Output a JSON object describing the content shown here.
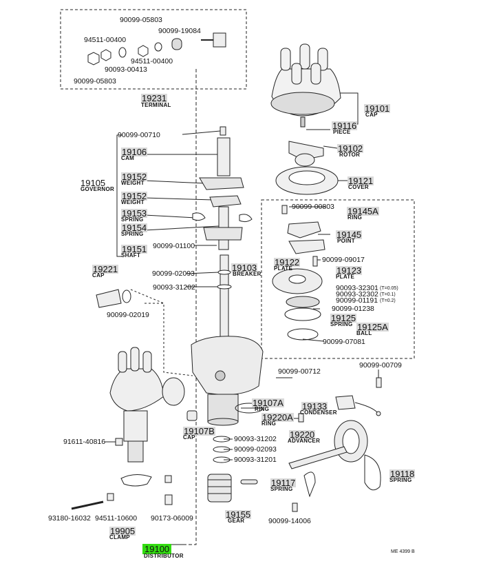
{
  "callouts": {
    "p90099_05803_top": "90099-05803",
    "p94511_00400_a": "94511-00400",
    "p90099_19084": "90099-19084",
    "p94511_00400_b": "94511-00400",
    "p90093_00413": "90093-00413",
    "p90099_05803_bot": "90099-05803",
    "p19231": "19231",
    "n_terminal": "TERMINAL",
    "p19101": "19101",
    "n_cap_19101": "CAP",
    "p19116": "19116",
    "n_piece": "PIECE",
    "p90099_00710": "90099-00710",
    "p19106": "19106",
    "n_cam": "CAM",
    "p19102": "19102",
    "n_rotor": "ROTOR",
    "p19105": "19105",
    "n_governor": "GOVERNOR",
    "p19152_a": "19152",
    "n_weight_a": "WEIGHT",
    "p19121": "19121",
    "n_cover": "COVER",
    "p19152_b": "19152",
    "n_weight_b": "WEIGHT",
    "p90099_00803": "90099-00803",
    "p19145A": "19145A",
    "n_ring_19145A": "RING",
    "p19153": "19153",
    "n_spring_19153": "SPRING",
    "p19154": "19154",
    "n_spring_19154": "SPRING",
    "p19145": "19145",
    "n_point": "POINT",
    "p19151": "19151",
    "n_shaft": "SHAFT",
    "p90099_01100": "90099-01100",
    "p90099_09017": "90099-09017",
    "p19122": "19122",
    "n_plate_19122": "PLATE",
    "p19123": "19123",
    "n_plate_19123": "PLATE",
    "p19221": "19221",
    "n_cap_19221": "CAP",
    "p90099_02093_a": "90099-02093",
    "p19103": "19103",
    "n_breaker": "BREAKER",
    "p90093_31202_a": "90093-31202",
    "p90093_32301": "90093-32301",
    "t005": "(T=0.05)",
    "p90093_32302": "90093-32302",
    "t01": "(T=0.1)",
    "p90099_01191": "90099-01191",
    "t02": "(T=0.2)",
    "p90099_02019": "90099-02019",
    "p90099_01238": "90099-01238",
    "p19125": "19125",
    "n_spring_19125": "SPRING",
    "p19125A": "19125A",
    "n_ball": "BALL",
    "p90099_07081": "90099-07081",
    "p90099_00712": "90099-00712",
    "p90099_00709": "90099-00709",
    "p19107A": "19107A",
    "n_ring_19107A": "RING",
    "p19133": "19133",
    "n_condenser": "CONDENSER",
    "p19220A": "19220A",
    "n_ring_19220A": "RING",
    "p19107B": "19107B",
    "n_cap_19107B": "CAP",
    "p91611_40816": "91611-40816",
    "p19220": "19220",
    "n_advancer": "ADVANCER",
    "p90093_31202_b": "90093-31202",
    "p90099_02093_b": "90099-02093",
    "p90093_31201": "90093-31201",
    "p19118": "19118",
    "n_spring_19118": "SPRING",
    "p19117": "19117",
    "n_spring_19117": "SPRING",
    "p93180_16032": "93180-16032",
    "p94511_10600": "94511-10600",
    "p90173_06009": "90173-06009",
    "p19155": "19155",
    "n_gear": "GEAR",
    "p90099_14006": "90099-14006",
    "p19905": "19905",
    "n_clamp": "CLAMP",
    "p19100": "19100",
    "n_distributor": "DISTRIBUTOR",
    "ref_code": "ME 4399 B"
  },
  "colors": {
    "highlight": "#33dd11",
    "callout_bg": "#d9d9d9",
    "ink": "#222222"
  }
}
